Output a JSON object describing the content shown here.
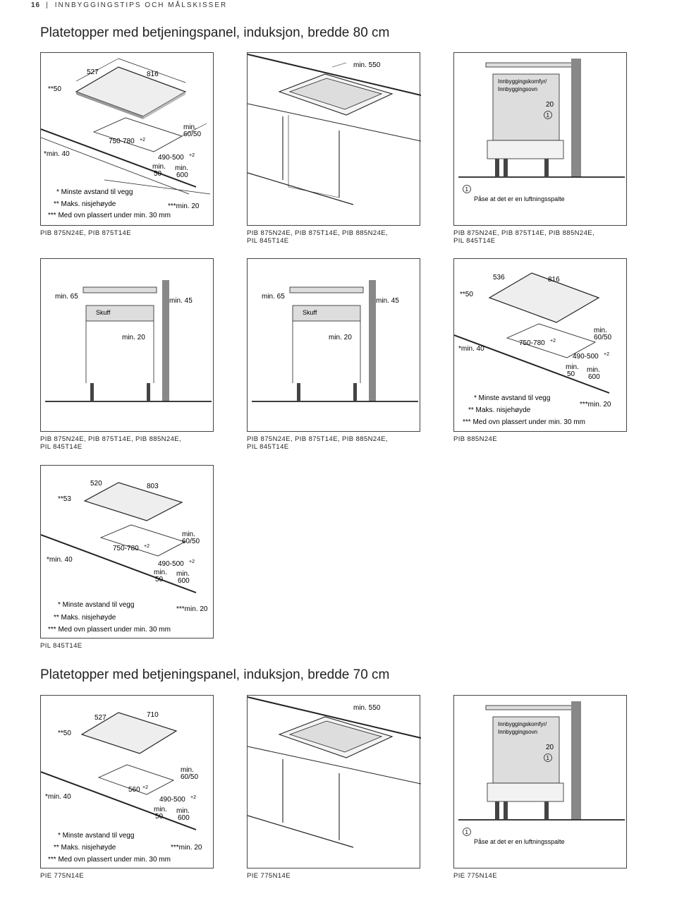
{
  "header": {
    "page_number": "16",
    "section": "INNBYGGINGSTIPS OCH MÅLSKISSER"
  },
  "sections": [
    {
      "title": "Platetopper med betjeningspanel, induksjon, bredde 80 cm"
    },
    {
      "title": "Platetopper med betjeningspanel, induksjon, bredde 70 cm"
    }
  ],
  "labels": {
    "min550": "min. 550",
    "min65": "min. 65",
    "min45": "min. 45",
    "min20": "min. 20",
    "skuff": "Skuff",
    "oven_line1": "Innbyggingskomfyr/",
    "oven_line2": "Innbyggingsovn",
    "twenty": "20",
    "circle1": "1",
    "ventilation": "Påse at det er en luftningsspalte",
    "note1": "* Minste avstand til vegg",
    "note2": "** Maks. nisjehøyde",
    "note3": "*** Med ovn plassert under min. 30 mm",
    "min_s40": "*min. 40",
    "min": "min.",
    "v60_50": "60/50",
    "v50": "50",
    "v600": "600",
    "s3min20": "***min. 20",
    "v490": "490-500",
    "sup2": "+2"
  },
  "panels": {
    "p1": {
      "caption": [
        "PIB 875N24E, PIB 875T14E"
      ],
      "w": "527",
      "d": "816",
      "niche": "**50",
      "cut": "750-780"
    },
    "p2": {
      "caption": [
        "PIB 875N24E, PIB 875T14E, PIB 885N24E,",
        "PIL 845T14E"
      ]
    },
    "p3": {
      "caption": [
        "PIB 875N24E, PIB 875T14E, PIB 885N24E,",
        "PIL 845T14E"
      ]
    },
    "p4": {
      "caption": [
        "PIB 875N24E, PIB 875T14E, PIB 885N24E,",
        "PIL 845T14E"
      ]
    },
    "p5": {
      "caption": [
        "PIB 875N24E, PIB 875T14E, PIB 885N24E,",
        "PIL 845T14E"
      ]
    },
    "p6": {
      "caption": [
        "PIB 885N24E"
      ],
      "w": "536",
      "d": "816",
      "niche": "**50",
      "cut": "750-780"
    },
    "p7": {
      "caption": [
        "PIL 845T14E"
      ],
      "w": "520",
      "d": "803",
      "niche": "**53",
      "cut": "750-780"
    },
    "p8": {
      "caption": [
        "PIE 775N14E"
      ],
      "w": "527",
      "d": "710",
      "niche": "**50",
      "cut": "560"
    },
    "p9": {
      "caption": [
        "PIE 775N14E"
      ]
    },
    "p10": {
      "caption": [
        "PIE 775N14E"
      ]
    }
  }
}
